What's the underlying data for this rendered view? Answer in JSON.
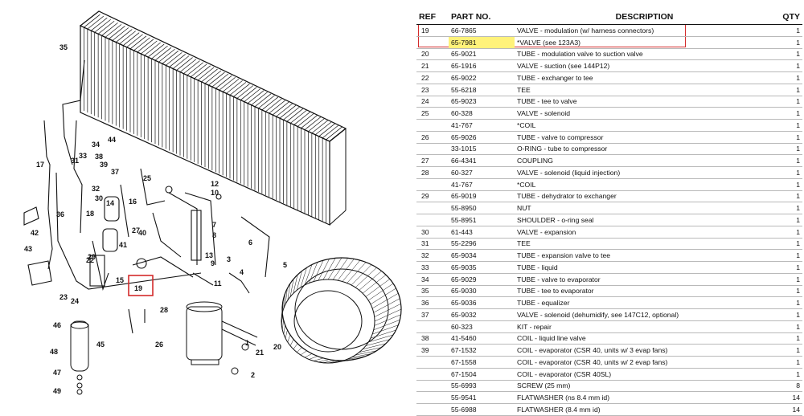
{
  "diagram": {
    "callouts": [
      "1",
      "2",
      "3",
      "4",
      "5",
      "6",
      "7",
      "8",
      "9",
      "10",
      "11",
      "12",
      "13",
      "14",
      "15",
      "16",
      "17",
      "18",
      "19",
      "20",
      "21",
      "22",
      "23",
      "24",
      "25",
      "26",
      "27",
      "28",
      "29",
      "30",
      "31",
      "32",
      "33",
      "34",
      "35",
      "36",
      "37",
      "38",
      "39",
      "40",
      "41",
      "42",
      "43",
      "44",
      "45",
      "46",
      "47",
      "48",
      "49"
    ],
    "highlighted_callout": "19"
  },
  "parts_table": {
    "headers": {
      "ref": "REF",
      "part": "PART NO.",
      "desc": "DESCRIPTION",
      "qty": "QTY"
    },
    "rows": [
      {
        "ref": "19",
        "part": "66-7865",
        "desc": "VALVE - modulation (w/ harness connectors)",
        "qty": "1"
      },
      {
        "ref": "",
        "part": "65-7981",
        "desc": "*VALVE (see 123A3)",
        "qty": "1"
      },
      {
        "ref": "20",
        "part": "65-9021",
        "desc": "TUBE - modulation valve to suction valve",
        "qty": "1"
      },
      {
        "ref": "21",
        "part": "65-1916",
        "desc": "VALVE - suction (see 144P12)",
        "qty": "1"
      },
      {
        "ref": "22",
        "part": "65-9022",
        "desc": "TUBE - exchanger to tee",
        "qty": "1"
      },
      {
        "ref": "23",
        "part": "55-6218",
        "desc": "TEE",
        "qty": "1"
      },
      {
        "ref": "24",
        "part": "65-9023",
        "desc": "TUBE - tee to valve",
        "qty": "1"
      },
      {
        "ref": "25",
        "part": "60-328",
        "desc": "VALVE - solenoid",
        "qty": "1"
      },
      {
        "ref": "",
        "part": "41-767",
        "desc": "*COIL",
        "qty": "1"
      },
      {
        "ref": "26",
        "part": "65-9026",
        "desc": "TUBE - valve to compressor",
        "qty": "1"
      },
      {
        "ref": "",
        "part": "33-1015",
        "desc": "O-RING - tube to compressor",
        "qty": "1"
      },
      {
        "ref": "27",
        "part": "66-4341",
        "desc": "COUPLING",
        "qty": "1"
      },
      {
        "ref": "28",
        "part": "60-327",
        "desc": "VALVE - solenoid (liquid injection)",
        "qty": "1"
      },
      {
        "ref": "",
        "part": "41-767",
        "desc": "*COIL",
        "qty": "1"
      },
      {
        "ref": "29",
        "part": "65-9019",
        "desc": "TUBE - dehydrator to exchanger",
        "qty": "1"
      },
      {
        "ref": "",
        "part": "55-8950",
        "desc": "NUT",
        "qty": "1"
      },
      {
        "ref": "",
        "part": "55-8951",
        "desc": "SHOULDER - o-ring seal",
        "qty": "1"
      },
      {
        "ref": "30",
        "part": "61-443",
        "desc": "VALVE - expansion",
        "qty": "1"
      },
      {
        "ref": "31",
        "part": "55-2296",
        "desc": "TEE",
        "qty": "1"
      },
      {
        "ref": "32",
        "part": "65-9034",
        "desc": "TUBE - expansion valve to tee",
        "qty": "1"
      },
      {
        "ref": "33",
        "part": "65-9035",
        "desc": "TUBE - liquid",
        "qty": "1"
      },
      {
        "ref": "34",
        "part": "65-9029",
        "desc": "TUBE - valve to evaporator",
        "qty": "1"
      },
      {
        "ref": "35",
        "part": "65-9030",
        "desc": "TUBE - tee to evaporator",
        "qty": "1"
      },
      {
        "ref": "36",
        "part": "65-9036",
        "desc": "TUBE - equalizer",
        "qty": "1"
      },
      {
        "ref": "37",
        "part": "65-9032",
        "desc": "VALVE - solenoid (dehumidify, see 147C12, optional)",
        "qty": "1"
      },
      {
        "ref": "",
        "part": "60-323",
        "desc": "KIT - repair",
        "qty": "1"
      },
      {
        "ref": "38",
        "part": "41-5460",
        "desc": "COIL - liquid line valve",
        "qty": "1"
      },
      {
        "ref": "39",
        "part": "67-1532",
        "desc": "COIL - evaporator (CSR 40, units w/ 3 evap fans)",
        "qty": "1"
      },
      {
        "ref": "",
        "part": "67-1558",
        "desc": "COIL - evaporator (CSR 40, units w/ 2 evap fans)",
        "qty": "1"
      },
      {
        "ref": "",
        "part": "67-1504",
        "desc": "COIL - evaporator (CSR 40SL)",
        "qty": "1"
      },
      {
        "ref": "",
        "part": "55-6993",
        "desc": "SCREW (25 mm)",
        "qty": "8"
      },
      {
        "ref": "",
        "part": "55-9541",
        "desc": "FLATWASHER (ns 8.4 mm id)",
        "qty": "14"
      },
      {
        "ref": "",
        "part": "55-6988",
        "desc": "FLATWASHER (8.4 mm id)",
        "qty": "14"
      }
    ]
  },
  "colors": {
    "highlight": "#fff27a",
    "box": "#d32b2b",
    "ink": "#111111"
  }
}
